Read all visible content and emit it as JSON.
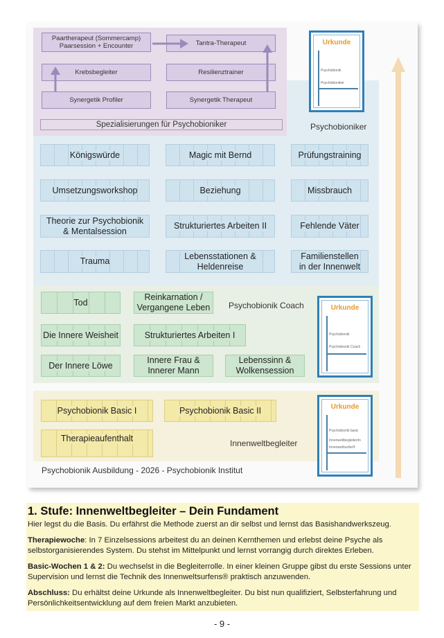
{
  "diagram": {
    "specialization": {
      "boxes": {
        "paartherapeut": "Paartherapeut (Sommercamp)\nPaarsession + Encounter",
        "tantra": "Tantra-Therapeut",
        "krebs": "Krebsbegleiter",
        "resilienz": "Resilienztrainer",
        "synergetik_profiler": "Synergetik Profiler",
        "synergetik_therapeut": "Synergetik Therapeut"
      },
      "label": "Spezialisierungen für Psychobioniker",
      "level_label": "Psychobioniker"
    },
    "psychobioniker": {
      "modules": [
        "Königswürde",
        "Magic mit Bernd",
        "Prüfungstraining",
        "Umsetzungsworkshop",
        "Beziehung",
        "Missbrauch",
        "Theorie zur Psychobionik\n& Mentalsession",
        "Strukturiertes Arbeiten II",
        "Fehlende Väter",
        "Trauma",
        "Lebensstationen &\nHeldenreise",
        "Familienstellen\nin der Innenwelt"
      ]
    },
    "coach": {
      "level_label": "Psychobionik Coach",
      "modules": {
        "tod": "Tod",
        "reinkarnation": "Reinkarnation /\nVergangene Leben",
        "weisheit": "Die Innere Weisheit",
        "struk1": "Strukturiertes Arbeiten I",
        "loewe": "Der Innere Löwe",
        "frau_mann": "Innere Frau &\nInnerer Mann",
        "lebenssinn": "Lebenssinn &\nWolkensession"
      }
    },
    "innenwelt": {
      "level_label": "Innenweltbegleiter",
      "modules": {
        "basic1": "Psychobionik Basic I",
        "basic2": "Psychobionik Basic II",
        "therapie": "Therapieaufenthalt"
      }
    },
    "certificates": {
      "title": "Urkunde",
      "c1": [
        "Psychobionik",
        "Psychobioniker"
      ],
      "c2": [
        "Psychobionik",
        "Psychobionik Coach"
      ],
      "c3": [
        "Psychobionik basic",
        "Innenweltbegleiter/in",
        "Innenweltsurfer®"
      ]
    },
    "caption": "Psychobionik Ausbildung - 2026 - Psychobionik Institut",
    "colors": {
      "arrow": "#f5d9b2",
      "cert_border": "#2d7fb8",
      "cert_title": "#e59a2a"
    }
  },
  "text": {
    "heading": "1. Stufe: Innenweltbegleiter – Dein Fundament",
    "intro": "Hier legst du die Basis. Du erfährst die Methode zuerst an dir selbst und lernst das Basishandwerkszeug.",
    "p1_label": "Therapiewoche",
    "p1_text": ": In 7 Einzelsessions arbeitest du an deinen Kernthemen und erlebst deine Psyche als selbstorganisierendes System. Du stehst im Mittelpunkt und lernst vorrangig durch direktes Erleben.",
    "p2_label": "Basic-Wochen 1 & 2:",
    "p2_text": " Du wechselst in die Begleiterrolle. In einer kleinen Gruppe gibst du erste Sessions unter Supervision und lernst die Technik des Innenweltsurfens® praktisch anzuwenden.",
    "p3_label": "Abschluss:",
    "p3_text": " Du erhältst deine Urkunde als Innenweltbegleiter. Du bist nun qualifiziert, Selbsterfahrung und Persönlichkeitsentwicklung auf dem freien Markt anzubieten."
  },
  "page_number": "- 9 -"
}
